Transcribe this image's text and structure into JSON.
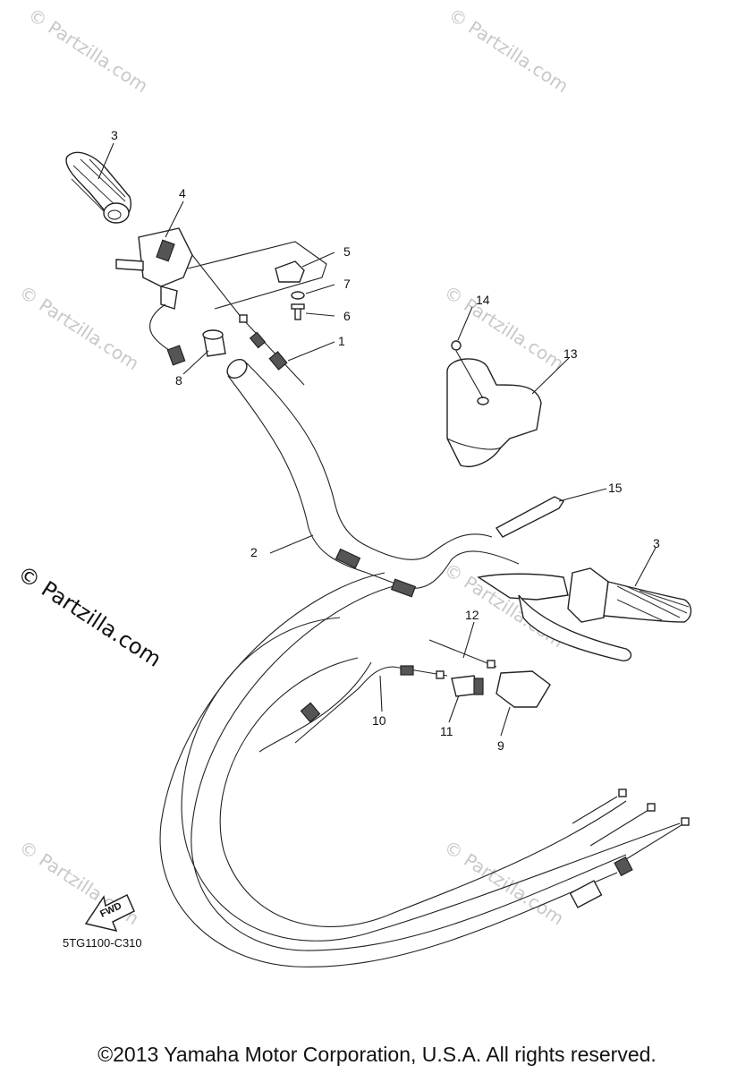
{
  "watermarks": {
    "small_text": "© Partzilla.com",
    "big_text": "© Partzilla.com"
  },
  "diagram_code": "5TG1100-C310",
  "fwd_label": "FWD",
  "callouts": {
    "c1": "1",
    "c2": "2",
    "c3a": "3",
    "c3b": "3",
    "c4": "4",
    "c5": "5",
    "c6": "6",
    "c7": "7",
    "c8": "8",
    "c9": "9",
    "c10": "10",
    "c11": "11",
    "c12": "12",
    "c13": "13",
    "c14": "14",
    "c15": "15"
  },
  "copyright": "©2013 Yamaha Motor Corporation, U.S.A. All rights reserved."
}
